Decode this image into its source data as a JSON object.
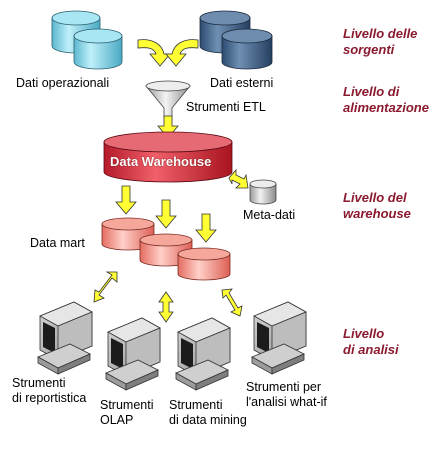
{
  "sources": {
    "operational_label": "Dati operazionali",
    "external_label": "Dati esterni"
  },
  "etl": {
    "label": "Strumenti ETL"
  },
  "warehouse": {
    "title": "Data Warehouse",
    "metadata_label": "Meta-dati"
  },
  "datamart": {
    "label": "Data mart"
  },
  "tools": [
    {
      "label": "Strumenti\ndi reportistica"
    },
    {
      "label": "Strumenti\nOLAP"
    },
    {
      "label": "Strumenti\ndi data mining"
    },
    {
      "label": "Strumenti per\nl'analisi what-if"
    }
  ],
  "levels": [
    {
      "label": "Livello delle\nsorgenti"
    },
    {
      "label": "Livello di\nalimentazione"
    },
    {
      "label": "Livello del\nwarehouse"
    },
    {
      "label": "Livello\ndi analisi"
    }
  ],
  "colors": {
    "operational_db": "#7fd3e6",
    "external_db": "#3b5f86",
    "warehouse": "#d8283a",
    "datamart": "#f0908a",
    "arrow": "#ffff33",
    "level_text": "#8b1a2f"
  }
}
